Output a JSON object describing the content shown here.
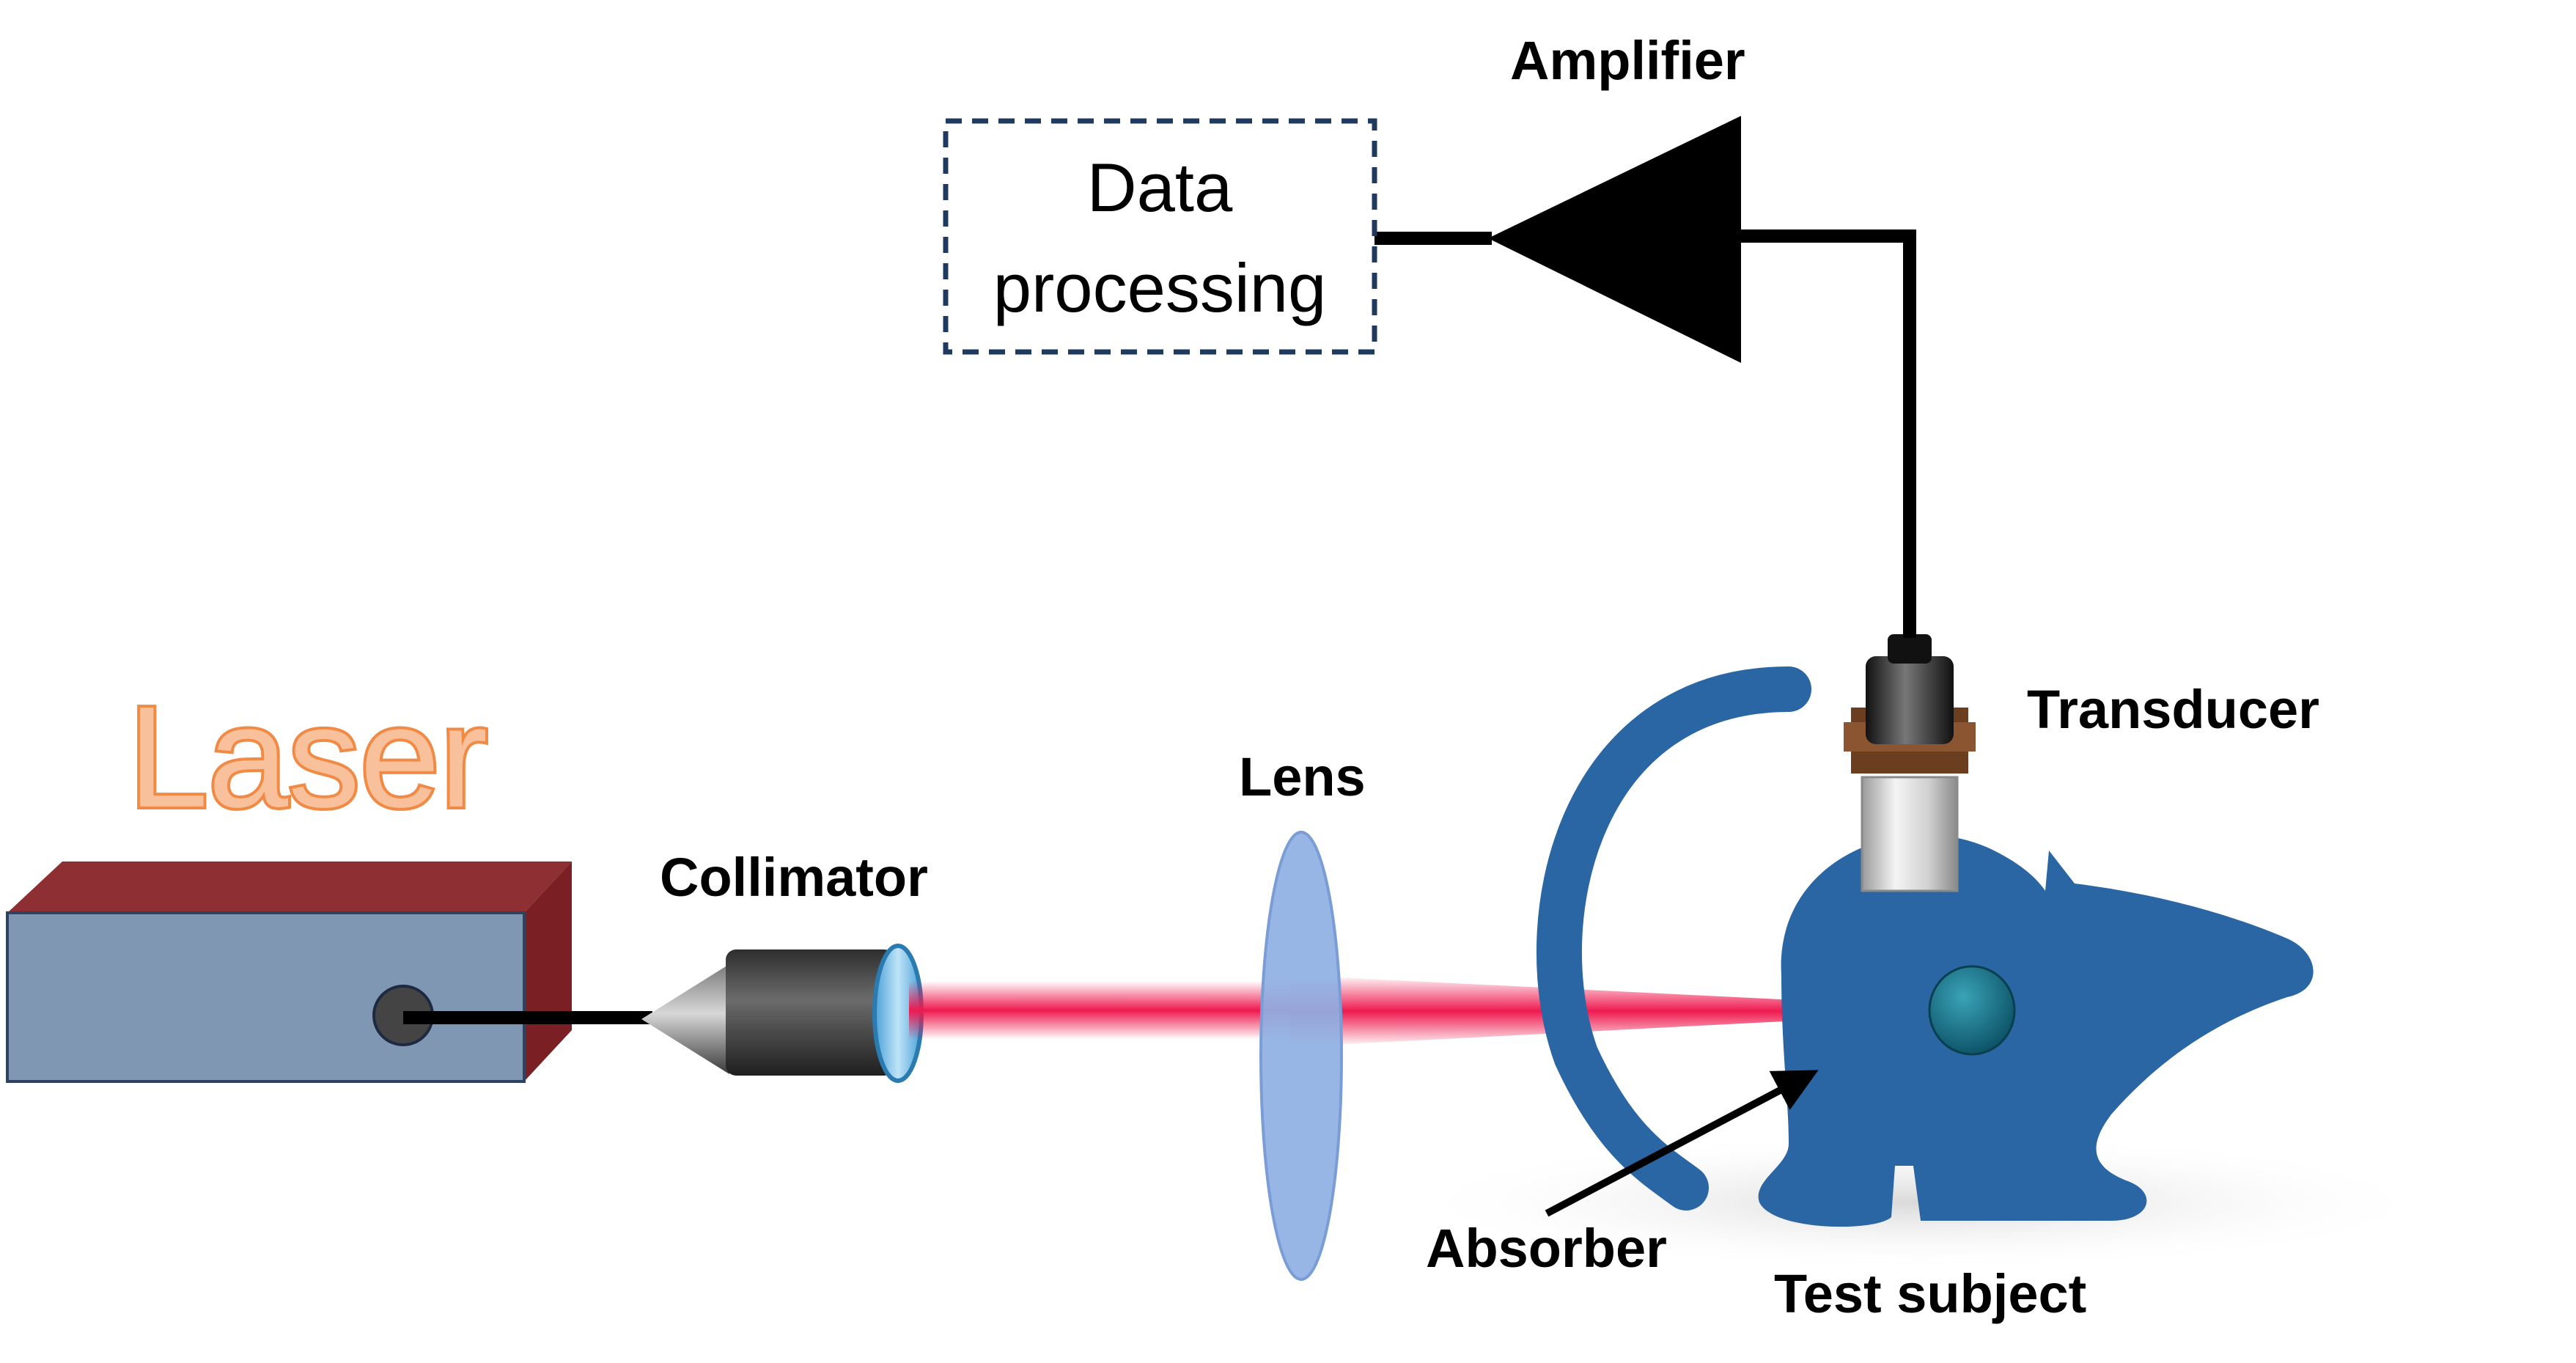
{
  "labels": {
    "laser": "Laser",
    "collimator": "Collimator",
    "lens": "Lens",
    "amplifier": "Amplifier",
    "data_processing_line1": "Data",
    "data_processing_line2": "processing",
    "transducer": "Transducer",
    "absorber": "Absorber",
    "test_subject": "Test subject"
  },
  "colors": {
    "laser_front": "#8097b4",
    "laser_top": "#8e2f33",
    "laser_side": "#7a1f24",
    "beam": "#ee1a4f",
    "lens": "#8fb0e3",
    "mouse": "#2a66a3",
    "absorber": "#12637a",
    "wire": "#000000",
    "dashed_box": "#1f3a5f",
    "laser_text_fill": "#f8c09b",
    "laser_text_stroke": "#f08a45"
  }
}
